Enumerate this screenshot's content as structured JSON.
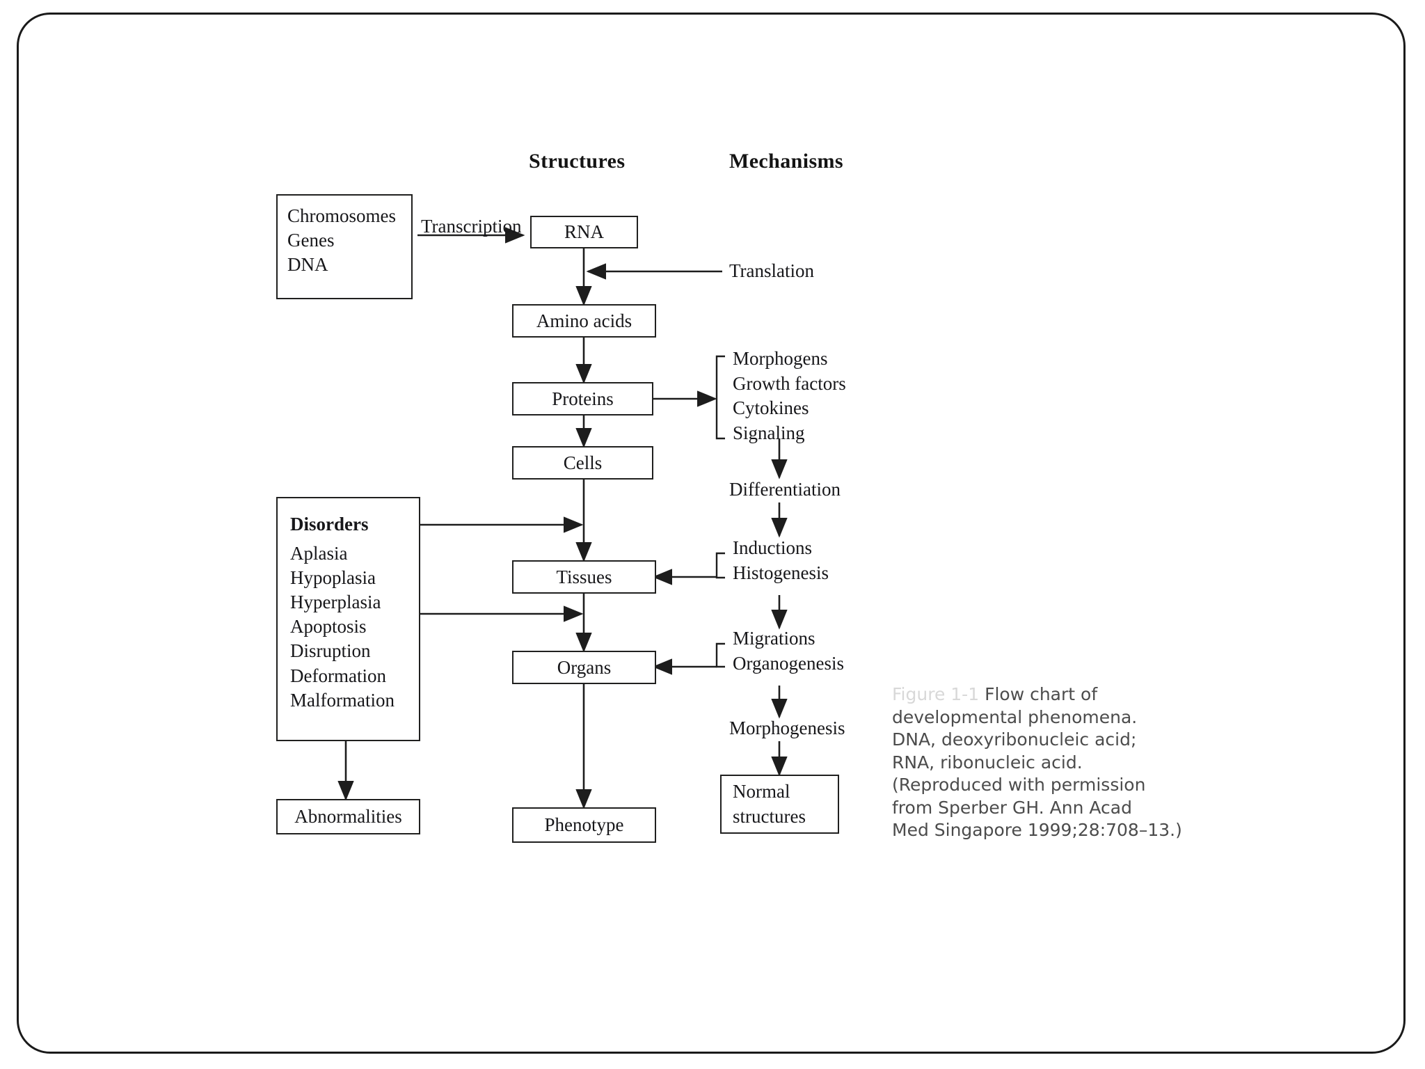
{
  "slide": {
    "background": "#ffffff",
    "border_color": "#1a1a1a"
  },
  "headers": {
    "structures": "Structures",
    "mechanisms": "Mechanisms"
  },
  "structures_nodes": {
    "source": {
      "line1": "Chromosomes",
      "line2": "Genes",
      "line3": "DNA"
    },
    "rna": "RNA",
    "amino_acids": "Amino acids",
    "proteins": "Proteins",
    "cells": "Cells",
    "tissues": "Tissues",
    "organs": "Organs",
    "phenotype": "Phenotype"
  },
  "disorders_box": {
    "title": "Disorders",
    "items": [
      "Aplasia",
      "Hypoplasia",
      "Hyperplasia",
      "Apoptosis",
      "Disruption",
      "Deformation",
      "Malformation"
    ]
  },
  "abnormalities_node": "Abnormalities",
  "mechanism_labels": {
    "transcription": "Transcription",
    "translation": "Translation",
    "signaling_group": [
      "Morphogens",
      "Growth factors",
      "Cytokines",
      "Signaling"
    ],
    "differentiation": "Differentiation",
    "induction_group": [
      "Inductions",
      "Histogenesis"
    ],
    "migration_group": [
      "Migrations",
      "Organogenesis"
    ],
    "morphogenesis": "Morphogenesis",
    "normal_structures": {
      "line1": "Normal",
      "line2": "structures"
    }
  },
  "caption": {
    "ghost_prefix": "Figure 1-1",
    "lines": [
      "Flow chart of",
      "developmental phenomena.",
      "DNA, deoxyribonucleic acid;",
      "RNA, ribonucleic acid.",
      "(Reproduced with permission",
      "from Sperber GH. Ann Acad",
      "Med Singapore 1999;28:708–13.)"
    ]
  },
  "chart_data": {
    "type": "diagram",
    "title": "Flow chart of developmental phenomena",
    "columns": [
      "Structures",
      "Mechanisms"
    ],
    "nodes": [
      {
        "id": "source",
        "label": "Chromosomes / Genes / DNA",
        "column": "left",
        "shape": "box"
      },
      {
        "id": "rna",
        "label": "RNA",
        "column": "structures",
        "shape": "box"
      },
      {
        "id": "amino_acids",
        "label": "Amino acids",
        "column": "structures",
        "shape": "box"
      },
      {
        "id": "proteins",
        "label": "Proteins",
        "column": "structures",
        "shape": "box"
      },
      {
        "id": "cells",
        "label": "Cells",
        "column": "structures",
        "shape": "box"
      },
      {
        "id": "tissues",
        "label": "Tissues",
        "column": "structures",
        "shape": "box"
      },
      {
        "id": "organs",
        "label": "Organs",
        "column": "structures",
        "shape": "box"
      },
      {
        "id": "phenotype",
        "label": "Phenotype",
        "column": "structures",
        "shape": "box"
      },
      {
        "id": "disorders",
        "label": "Disorders",
        "column": "left",
        "shape": "box"
      },
      {
        "id": "abnormalities",
        "label": "Abnormalities",
        "column": "left",
        "shape": "box"
      },
      {
        "id": "signaling_group",
        "label": "Morphogens / Growth factors / Cytokines / Signaling",
        "column": "mechanisms",
        "shape": "bracket"
      },
      {
        "id": "differentiation",
        "label": "Differentiation",
        "column": "mechanisms",
        "shape": "text"
      },
      {
        "id": "induction_group",
        "label": "Inductions / Histogenesis",
        "column": "mechanisms",
        "shape": "bracket"
      },
      {
        "id": "migration_group",
        "label": "Migrations / Organogenesis",
        "column": "mechanisms",
        "shape": "bracket"
      },
      {
        "id": "morphogenesis",
        "label": "Morphogenesis",
        "column": "mechanisms",
        "shape": "text"
      },
      {
        "id": "normal_structures",
        "label": "Normal structures",
        "column": "mechanisms",
        "shape": "box"
      }
    ],
    "edges": [
      {
        "from": "source",
        "to": "rna",
        "label": "Transcription",
        "dir": "right"
      },
      {
        "from": "translation",
        "to": "rna_amino",
        "label": "Translation",
        "dir": "left"
      },
      {
        "from": "rna",
        "to": "amino_acids",
        "label": "",
        "dir": "down"
      },
      {
        "from": "amino_acids",
        "to": "proteins",
        "label": "",
        "dir": "down"
      },
      {
        "from": "proteins",
        "to": "signaling_group",
        "label": "",
        "dir": "right"
      },
      {
        "from": "proteins",
        "to": "cells",
        "label": "",
        "dir": "down"
      },
      {
        "from": "signaling_group",
        "to": "differentiation",
        "label": "",
        "dir": "down"
      },
      {
        "from": "differentiation",
        "to": "induction_group",
        "label": "",
        "dir": "down"
      },
      {
        "from": "cells",
        "to": "tissues",
        "label": "",
        "dir": "down"
      },
      {
        "from": "induction_group",
        "to": "tissues",
        "label": "",
        "dir": "left"
      },
      {
        "from": "induction_group",
        "to": "migration_group",
        "label": "",
        "dir": "down"
      },
      {
        "from": "tissues",
        "to": "organs",
        "label": "",
        "dir": "down"
      },
      {
        "from": "migration_group",
        "to": "organs",
        "label": "",
        "dir": "left"
      },
      {
        "from": "migration_group",
        "to": "morphogenesis",
        "label": "",
        "dir": "down"
      },
      {
        "from": "morphogenesis",
        "to": "normal_structures",
        "label": "",
        "dir": "down"
      },
      {
        "from": "organs",
        "to": "phenotype",
        "label": "",
        "dir": "down"
      },
      {
        "from": "disorders",
        "to": "tissues_in",
        "label": "",
        "dir": "right"
      },
      {
        "from": "disorders",
        "to": "organs_in",
        "label": "",
        "dir": "right"
      },
      {
        "from": "disorders",
        "to": "abnormalities",
        "label": "",
        "dir": "down"
      }
    ]
  }
}
